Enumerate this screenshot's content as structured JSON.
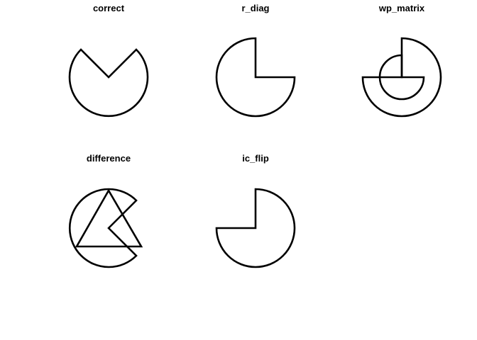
{
  "figure": {
    "background": "#ffffff",
    "stroke_color": "#000000",
    "panels": [
      {
        "title": "correct"
      },
      {
        "title": "r_diag"
      },
      {
        "title": "wp_matrix"
      },
      {
        "title": "difference"
      },
      {
        "title": "ic_flip"
      }
    ]
  }
}
